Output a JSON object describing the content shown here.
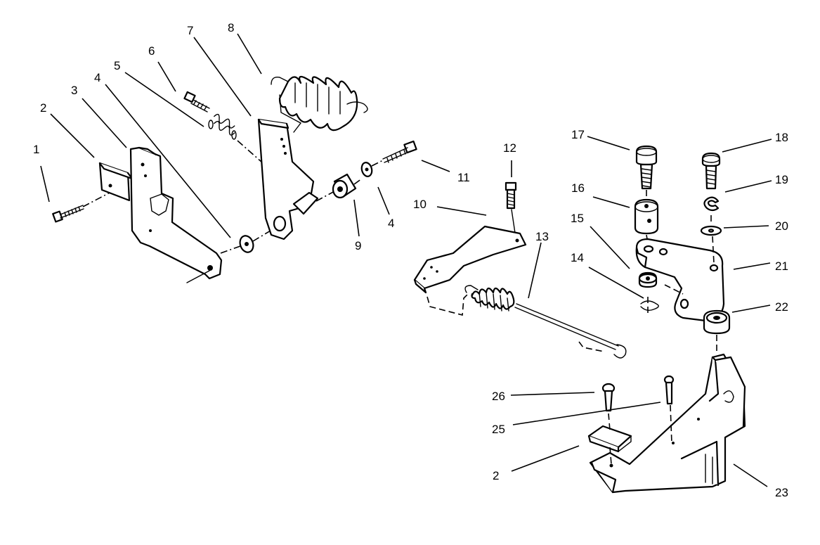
{
  "diagram": {
    "callouts": [
      {
        "id": "c1",
        "text": "1"
      },
      {
        "id": "c2a",
        "text": "2"
      },
      {
        "id": "c3",
        "text": "3"
      },
      {
        "id": "c4a",
        "text": "4"
      },
      {
        "id": "c5",
        "text": "5"
      },
      {
        "id": "c6",
        "text": "6"
      },
      {
        "id": "c7",
        "text": "7"
      },
      {
        "id": "c8",
        "text": "8"
      },
      {
        "id": "c9",
        "text": "9"
      },
      {
        "id": "c4b",
        "text": "4"
      },
      {
        "id": "c11",
        "text": "11"
      },
      {
        "id": "c12",
        "text": "12"
      },
      {
        "id": "c10",
        "text": "10"
      },
      {
        "id": "c13",
        "text": "13"
      },
      {
        "id": "c14",
        "text": "14"
      },
      {
        "id": "c15",
        "text": "15"
      },
      {
        "id": "c16",
        "text": "16"
      },
      {
        "id": "c17",
        "text": "17"
      },
      {
        "id": "c18",
        "text": "18"
      },
      {
        "id": "c19",
        "text": "19"
      },
      {
        "id": "c20",
        "text": "20"
      },
      {
        "id": "c21",
        "text": "21"
      },
      {
        "id": "c22",
        "text": "22"
      },
      {
        "id": "c23",
        "text": "23"
      },
      {
        "id": "c26",
        "text": "26"
      },
      {
        "id": "c25",
        "text": "25"
      },
      {
        "id": "c2b",
        "text": "2"
      }
    ]
  }
}
